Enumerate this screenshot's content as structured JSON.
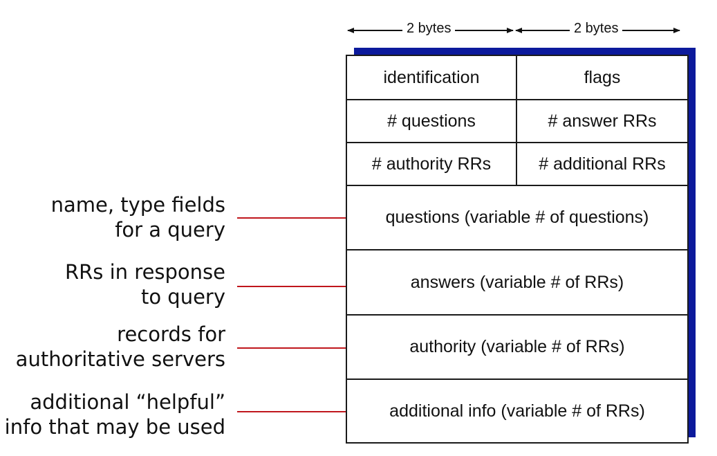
{
  "header": {
    "left_width": "2 bytes",
    "right_width": "2 bytes"
  },
  "fields": {
    "row1": {
      "left": "identification",
      "right": "flags"
    },
    "row2": {
      "left": "# questions",
      "right": "# answer RRs"
    },
    "row3": {
      "left": "# authority RRs",
      "right": "# additional RRs"
    },
    "questions": "questions (variable # of questions)",
    "answers": "answers (variable # of RRs)",
    "authority": "authority (variable # of RRs)",
    "additional": "additional info (variable # of RRs)"
  },
  "annotations": {
    "questions": [
      "name, type fields",
      "for a query"
    ],
    "answers": [
      "RRs in response",
      "to query"
    ],
    "authority": [
      "records for",
      "authoritative servers"
    ],
    "additional": [
      "additional “helpful”",
      "info that may be used"
    ]
  },
  "colors": {
    "shadow": "#0c1a9c",
    "leader_line": "#c0161c",
    "border": "#1a1a1a"
  }
}
